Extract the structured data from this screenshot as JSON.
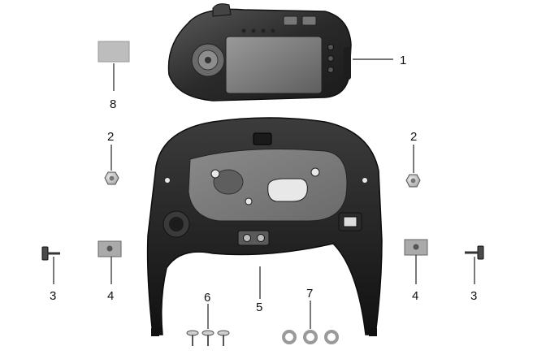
{
  "diagram": {
    "callouts": [
      {
        "id": "c1",
        "text": "1"
      },
      {
        "id": "c2l",
        "text": "2"
      },
      {
        "id": "c2r",
        "text": "2"
      },
      {
        "id": "c3l",
        "text": "3"
      },
      {
        "id": "c3r",
        "text": "3"
      },
      {
        "id": "c4l",
        "text": "4"
      },
      {
        "id": "c4r",
        "text": "4"
      },
      {
        "id": "c5",
        "text": "5"
      },
      {
        "id": "c6",
        "text": "6"
      },
      {
        "id": "c7",
        "text": "7"
      },
      {
        "id": "c8",
        "text": "8"
      }
    ],
    "colors": {
      "dark_part": "#2b2b2b",
      "mid_part": "#6e6e6e",
      "light_part": "#bdbdbd",
      "line": "#222222"
    }
  }
}
